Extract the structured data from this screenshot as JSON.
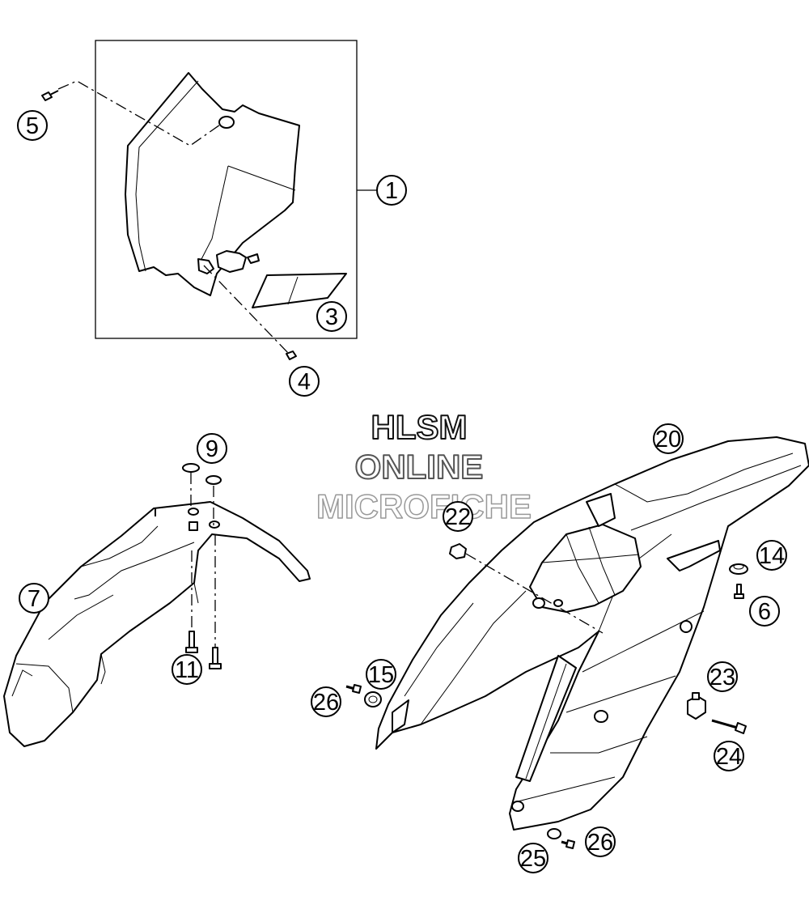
{
  "watermark": {
    "line1": "HLSM",
    "line2": "ONLINE",
    "line3": "MICROFICHE"
  },
  "callouts": [
    {
      "id": "c1",
      "label": "1"
    },
    {
      "id": "c3",
      "label": "3"
    },
    {
      "id": "c4",
      "label": "4"
    },
    {
      "id": "c5",
      "label": "5"
    },
    {
      "id": "c6",
      "label": "6"
    },
    {
      "id": "c7",
      "label": "7"
    },
    {
      "id": "c9",
      "label": "9"
    },
    {
      "id": "c11",
      "label": "11"
    },
    {
      "id": "c14",
      "label": "14"
    },
    {
      "id": "c15",
      "label": "15"
    },
    {
      "id": "c20",
      "label": "20"
    },
    {
      "id": "c22",
      "label": "22"
    },
    {
      "id": "c23",
      "label": "23"
    },
    {
      "id": "c24",
      "label": "24"
    },
    {
      "id": "c25",
      "label": "25"
    },
    {
      "id": "c26a",
      "label": "26"
    },
    {
      "id": "c26b",
      "label": "26"
    }
  ]
}
